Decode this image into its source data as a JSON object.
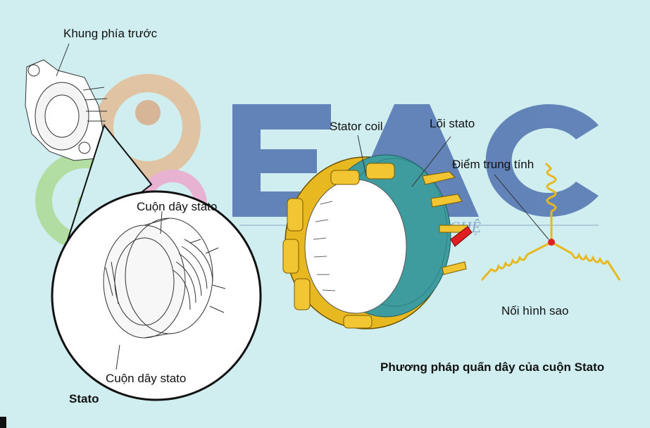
{
  "labels": {
    "front_frame": "Khung phía trước",
    "stator_coil_top": "Cuộn dây stato",
    "stator_coil_bottom": "Cuộn dây stato",
    "stator": "Stato",
    "stator_coil_en": "Stator coil",
    "stator_core": "Lõi stato",
    "neutral_point": "Điểm trung tính",
    "star_connection": "Nối hình sao",
    "caption": "Phương pháp quấn dây của cuộn Stato"
  },
  "watermark": {
    "brand": "EAC",
    "tagline": "LÀM CHỦ CÔNG NGHỆ"
  },
  "colors": {
    "background": "#d0eef0",
    "coil_gold": "#e8b820",
    "core_teal": "#3f9c9e",
    "neutral_dot": "#e02020",
    "watermark_blue": "#3a5fa0"
  }
}
